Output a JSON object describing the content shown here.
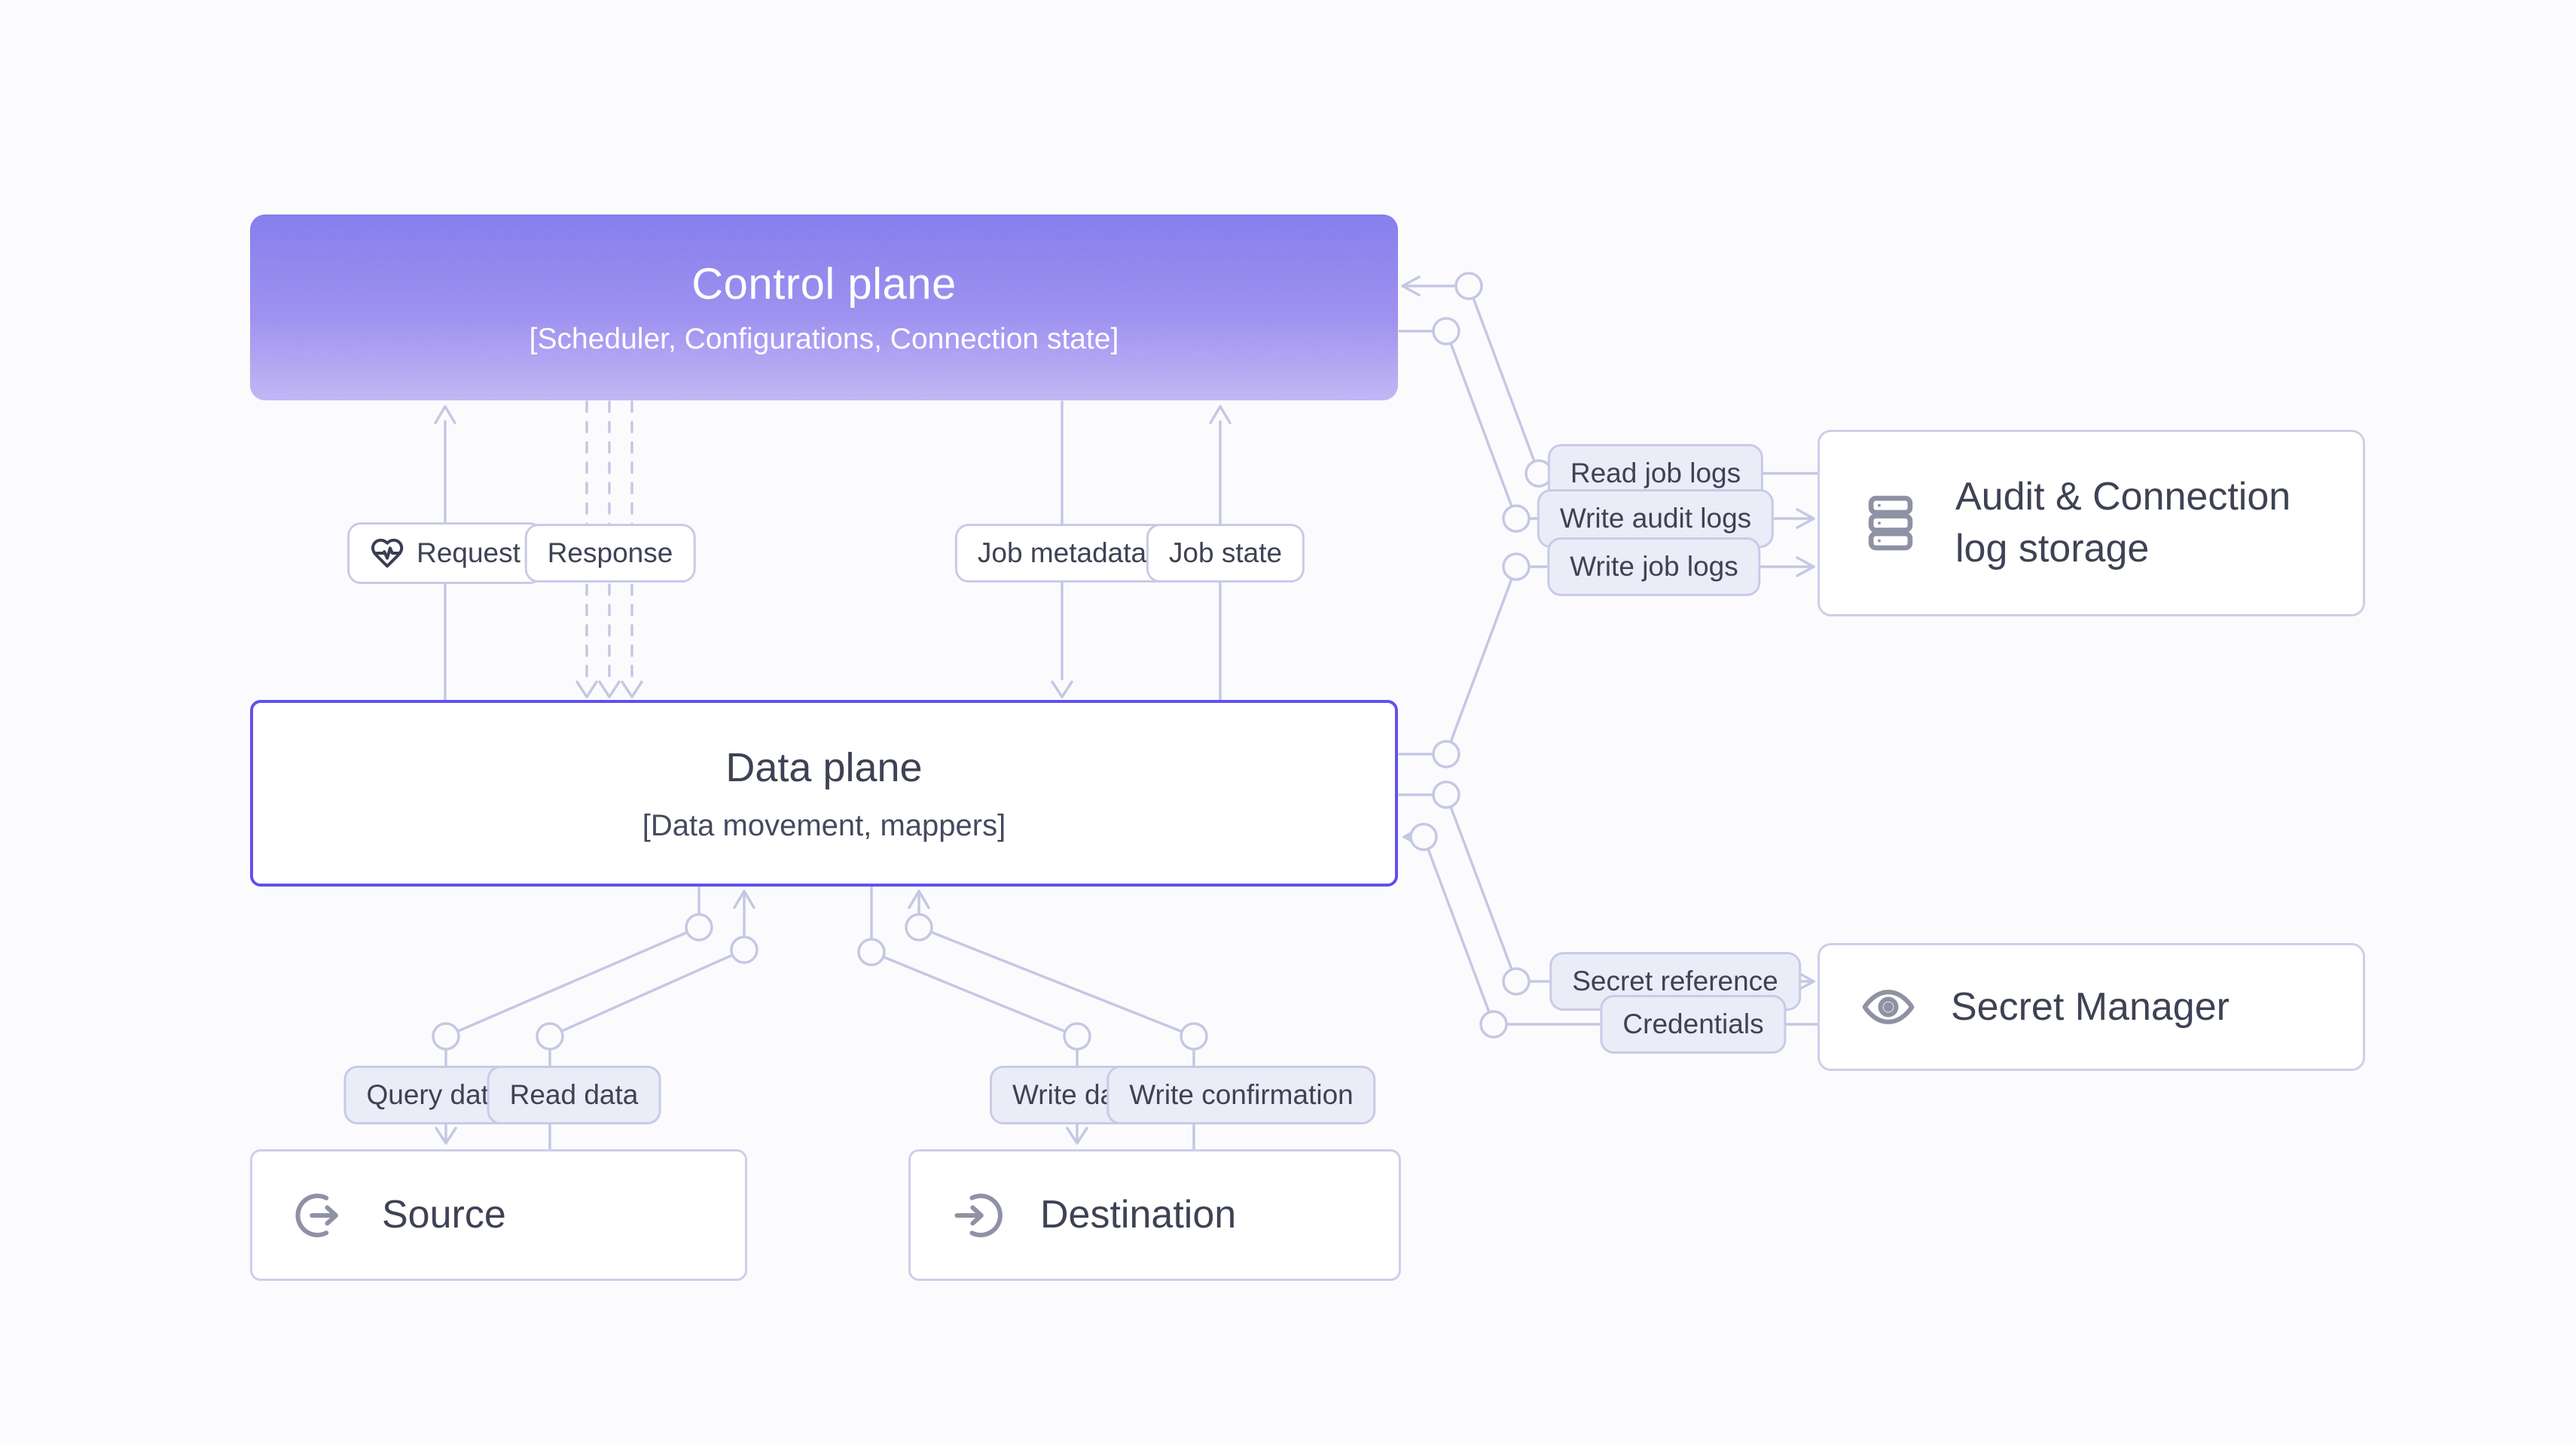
{
  "colors": {
    "background": "#fbfbfd",
    "line": "#c5c8e3",
    "pill_fill": "#eaecf8",
    "pill_border": "#c8cbe6",
    "text_dark": "#3e4254",
    "icon_gray": "#8f91a4",
    "control_gradient_top": "#584ee6",
    "control_gradient_bottom": "#ab9cf1",
    "data_plane_border": "#6150ee"
  },
  "nodes": {
    "control_plane": {
      "title": "Control plane",
      "subtitle": "[Scheduler, Configurations, Connection state]"
    },
    "data_plane": {
      "title": "Data plane",
      "subtitle": "[Data movement, mappers]"
    },
    "audit_log_storage": {
      "icon": "database-icon",
      "title_line1": "Audit & Connection",
      "title_line2": "log storage"
    },
    "secret_manager": {
      "icon": "eye-icon",
      "title": "Secret Manager"
    },
    "source": {
      "icon": "source-output-icon",
      "title": "Source"
    },
    "destination": {
      "icon": "destination-input-icon",
      "title": "Destination"
    }
  },
  "edges": {
    "request": "Request",
    "request_icon": "heart-pulse-icon",
    "response": "Response",
    "job_metadata": "Job metadata",
    "job_state": "Job state",
    "read_job_logs": "Read job logs",
    "write_audit_logs": "Write audit logs",
    "write_job_logs": "Write job logs",
    "secret_reference": "Secret reference",
    "credentials": "Credentials",
    "query_data": "Query data",
    "read_data": "Read data",
    "write_data": "Write data",
    "write_confirmation": "Write confirmation"
  }
}
